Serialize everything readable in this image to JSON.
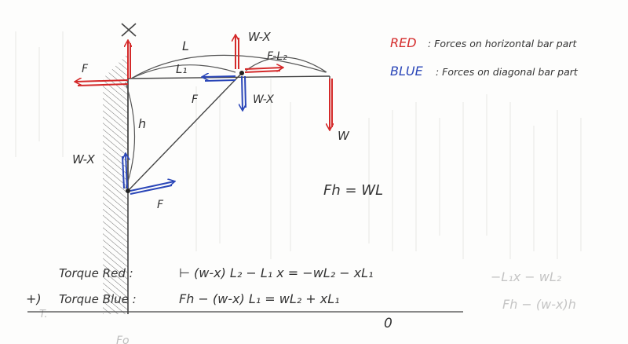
{
  "legend": {
    "red": {
      "key": "RED",
      "text": ": Forces on horizontal bar part",
      "color": "#d42a2a"
    },
    "blue": {
      "key": "BLUE",
      "text": ": Forces on diagonal bar part",
      "color": "#2a46b8"
    }
  },
  "labels": {
    "x_top": "X",
    "w_minus_x_top": "W-X",
    "L": "L",
    "L1": "L₁",
    "F_minus_L2": "F-L₂",
    "F_left": "F",
    "F_mid": "F",
    "w_minus_x_right": "W-X",
    "W": "W",
    "h": "h",
    "w_minus_x_left": "W-X",
    "F_bottom": "F"
  },
  "equations": {
    "fh_eq_wl": "Fh = WL",
    "torque_red_label": "Torque  Red :",
    "torque_red_expr": "⊢ (w-x) L₂  − L₁ x  = −wL₂ − xL₁",
    "plus_sign": "+)",
    "torque_blue_label": "Torque  Blue :",
    "torque_blue_expr": "Fh − (w-x) L₁  =  wL₂  + xL₁",
    "result": "0"
  },
  "ghost": {
    "right_1": "−L₁x − wL₂",
    "right_2": "Fh − (w-x)h",
    "bottom_left": "Fo",
    "bottom_left_2": "T."
  },
  "colors": {
    "ink": "#3a3a3a",
    "pencil": "#555555",
    "red": "#d42a2a",
    "blue": "#2a46b8",
    "faint": "#c9c9c9"
  }
}
